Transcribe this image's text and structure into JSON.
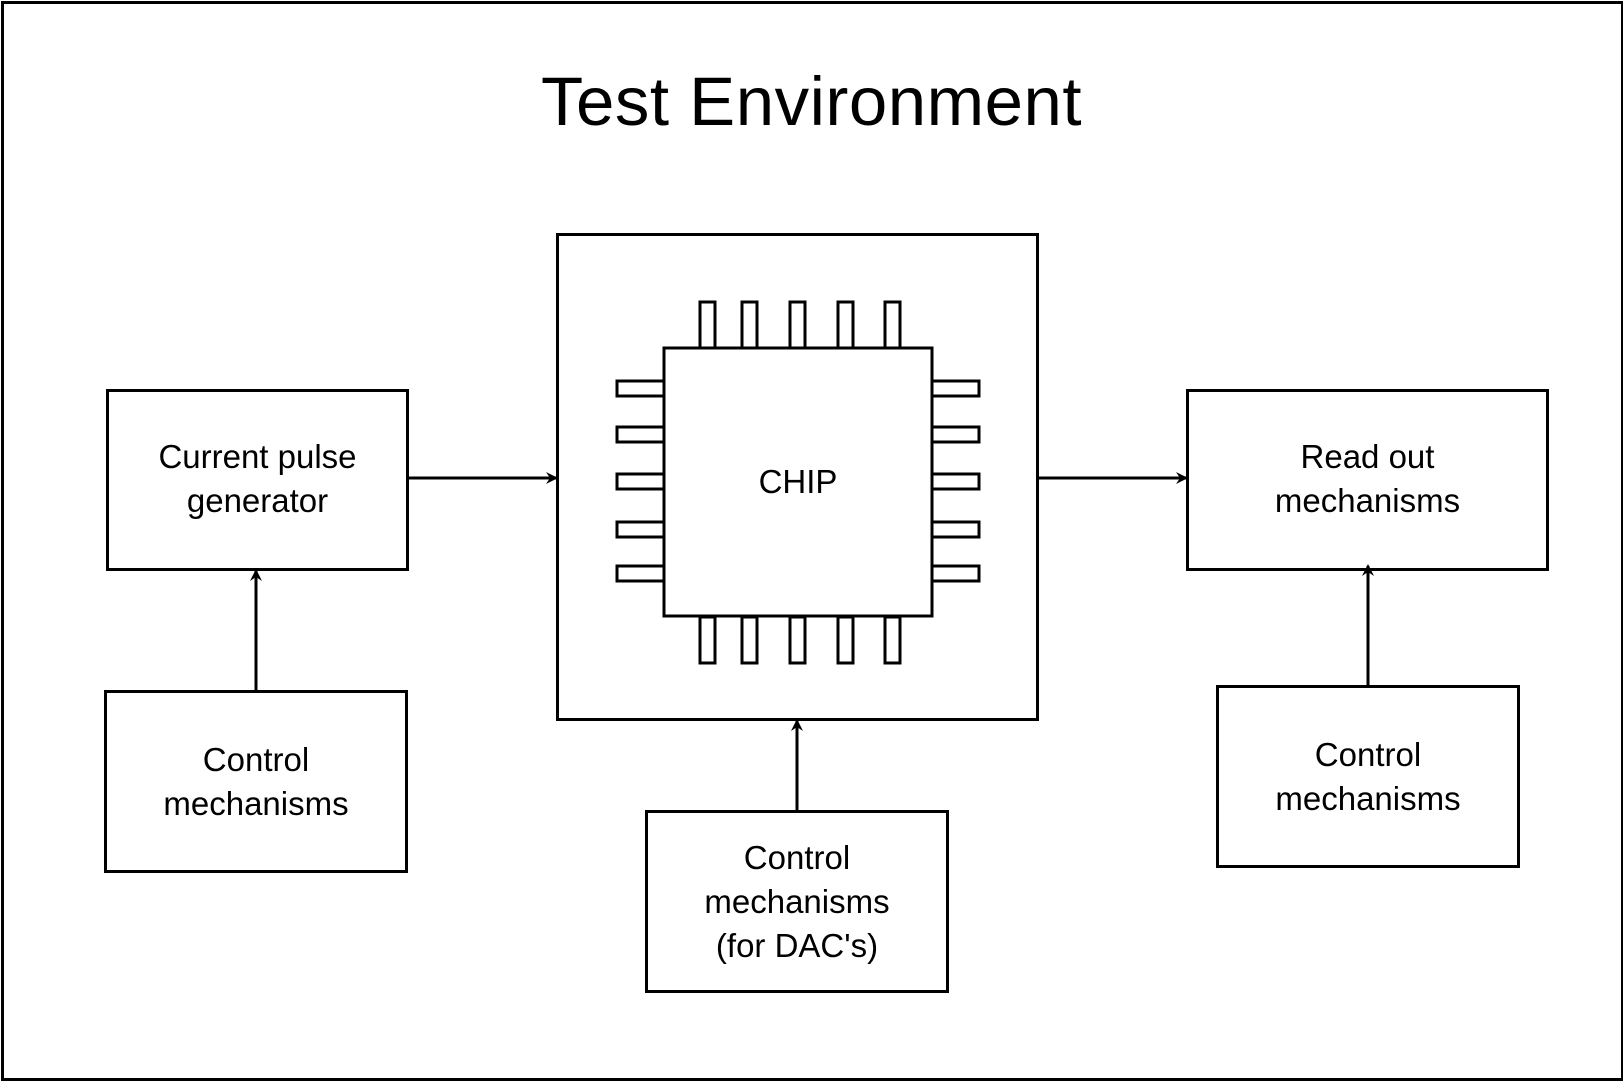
{
  "diagram": {
    "title": "Test Environment",
    "chip": {
      "label": "CHIP"
    },
    "blocks": {
      "current_pulse_generator": "Current pulse\ngenerator",
      "control_left": "Control\nmechanisms",
      "control_dac": "Control\nmechanisms\n(for DAC's)",
      "read_out": "Read out\nmechanisms",
      "control_right": "Control\nmechanisms"
    },
    "colors": {
      "line": "#000000",
      "background": "#ffffff"
    }
  }
}
